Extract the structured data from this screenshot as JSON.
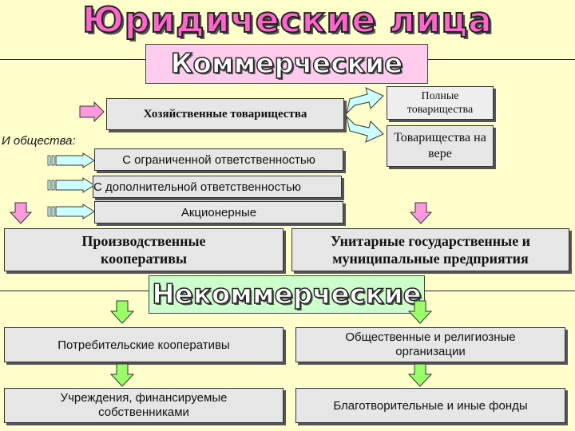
{
  "title": "Юридические лица",
  "commercial": {
    "banner": "Коммерческие",
    "partnerships": "Хозяйственные товарищества",
    "companies_label": "И общества:",
    "full_partnerships": "Полные товарищества",
    "limited_partnerships": "Товарищества на вере",
    "llc": "С ограниченной ответственностью",
    "alc": "С дополнительной ответственностью",
    "joint_stock": "Акционерные",
    "cooperatives": "Производственные кооперативы",
    "unitary": "Унитарные государственные и муниципальные предприятия"
  },
  "noncommercial": {
    "banner": "Некоммерческие",
    "consumer_coops": "Потребительские кооперативы",
    "public_religious": "Общественные и религиозные организации",
    "institutions": "Учреждения, финансируемые собственниками",
    "foundations": "Благотворительные и иные фонды"
  },
  "colors": {
    "background": "#ffffcc",
    "title": "#ff66cc",
    "banner_commercial": "#ffccee",
    "banner_noncommercial": "#ccffcc",
    "box": "#e6e6e6",
    "arrow_pink": "#ff99dd",
    "arrow_green": "#99ff66",
    "arrow_cyan": "#ccffff"
  }
}
